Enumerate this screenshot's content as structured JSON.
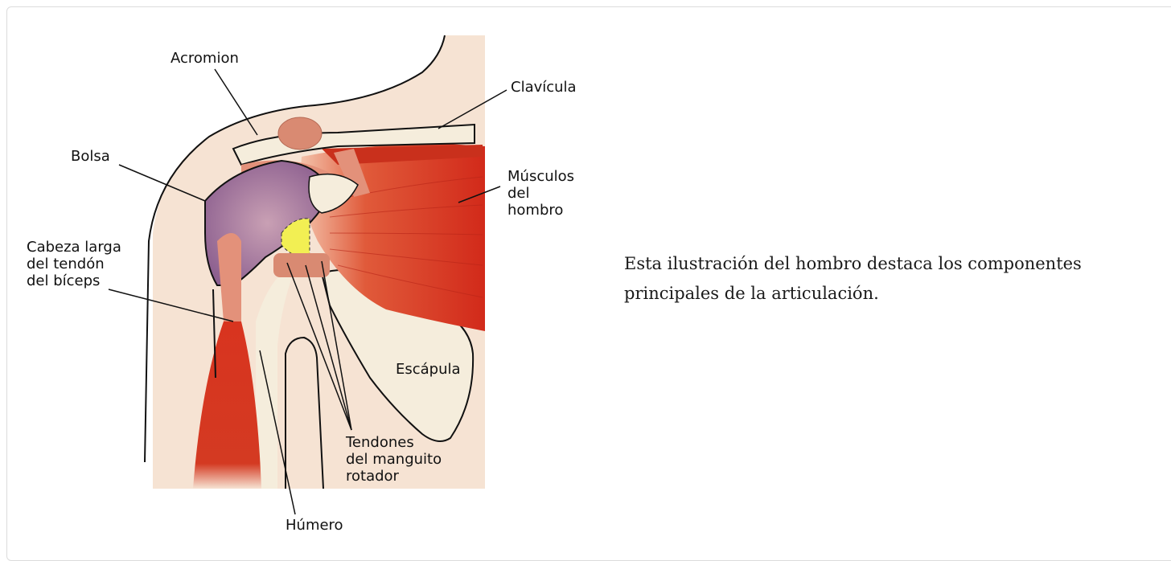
{
  "labels": {
    "acromion": "Acromion",
    "clavicula": "Clavícula",
    "bolsa": "Bolsa",
    "musculos": "Músculos\ndel\nhombro",
    "cabeza": "Cabeza larga\ndel tendón\ndel bíceps",
    "escapula": "Escápula",
    "tendones": "Tendones\ndel manguito\nrotador",
    "humero": "Húmero"
  },
  "caption": "Esta ilustración del hombro destaca los componentes principales de la articulación.",
  "colors": {
    "skin": "#f6e3d3",
    "muscle": "#d7321f",
    "muscle_light": "#e58a6e",
    "bone": "#f5eddc",
    "bursa": "#9a6a9a",
    "cartilage": "#f2ef53",
    "outline": "#111111"
  }
}
